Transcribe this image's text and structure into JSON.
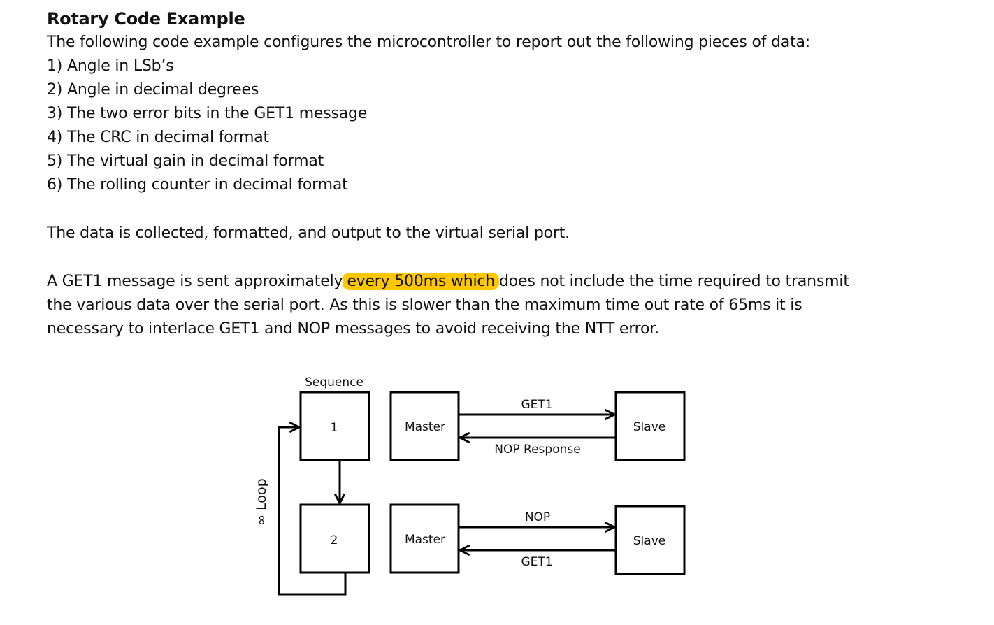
{
  "heading": "Rotary Code Example",
  "intro": "The following code example configures the microcontroller to report out the following pieces of data:",
  "items": [
    "1) Angle in LSb’s",
    "2) Angle in decimal degrees",
    "3) The two error bits in the GET1 message",
    "4) The CRC in decimal format",
    "5) The virtual gain in decimal format",
    "6) The rolling counter in decimal format"
  ],
  "para2": "The data is collected, formatted, and output to the virtual serial port.",
  "para3": {
    "before": "A GET1 message is sent approximately",
    "highlight": "every 500ms which",
    "line1_after": "does not include the time required to transmit",
    "line2": "the various data over the serial port. As this is slower than the maximum time out rate of 65ms it is",
    "line3": "necessary to interlace GET1 and NOP messages to avoid receiving the NTT error."
  },
  "highlight_color": "#ffc700",
  "diagram": {
    "sequence_label": "Sequence",
    "loop_label": "∞ Loop",
    "steps": [
      {
        "number": "1",
        "master": "Master",
        "slave": "Slave",
        "forward_msg": "GET1",
        "return_msg": "NOP Response"
      },
      {
        "number": "2",
        "master": "Master",
        "slave": "Slave",
        "forward_msg": "NOP",
        "return_msg": "GET1"
      }
    ]
  }
}
